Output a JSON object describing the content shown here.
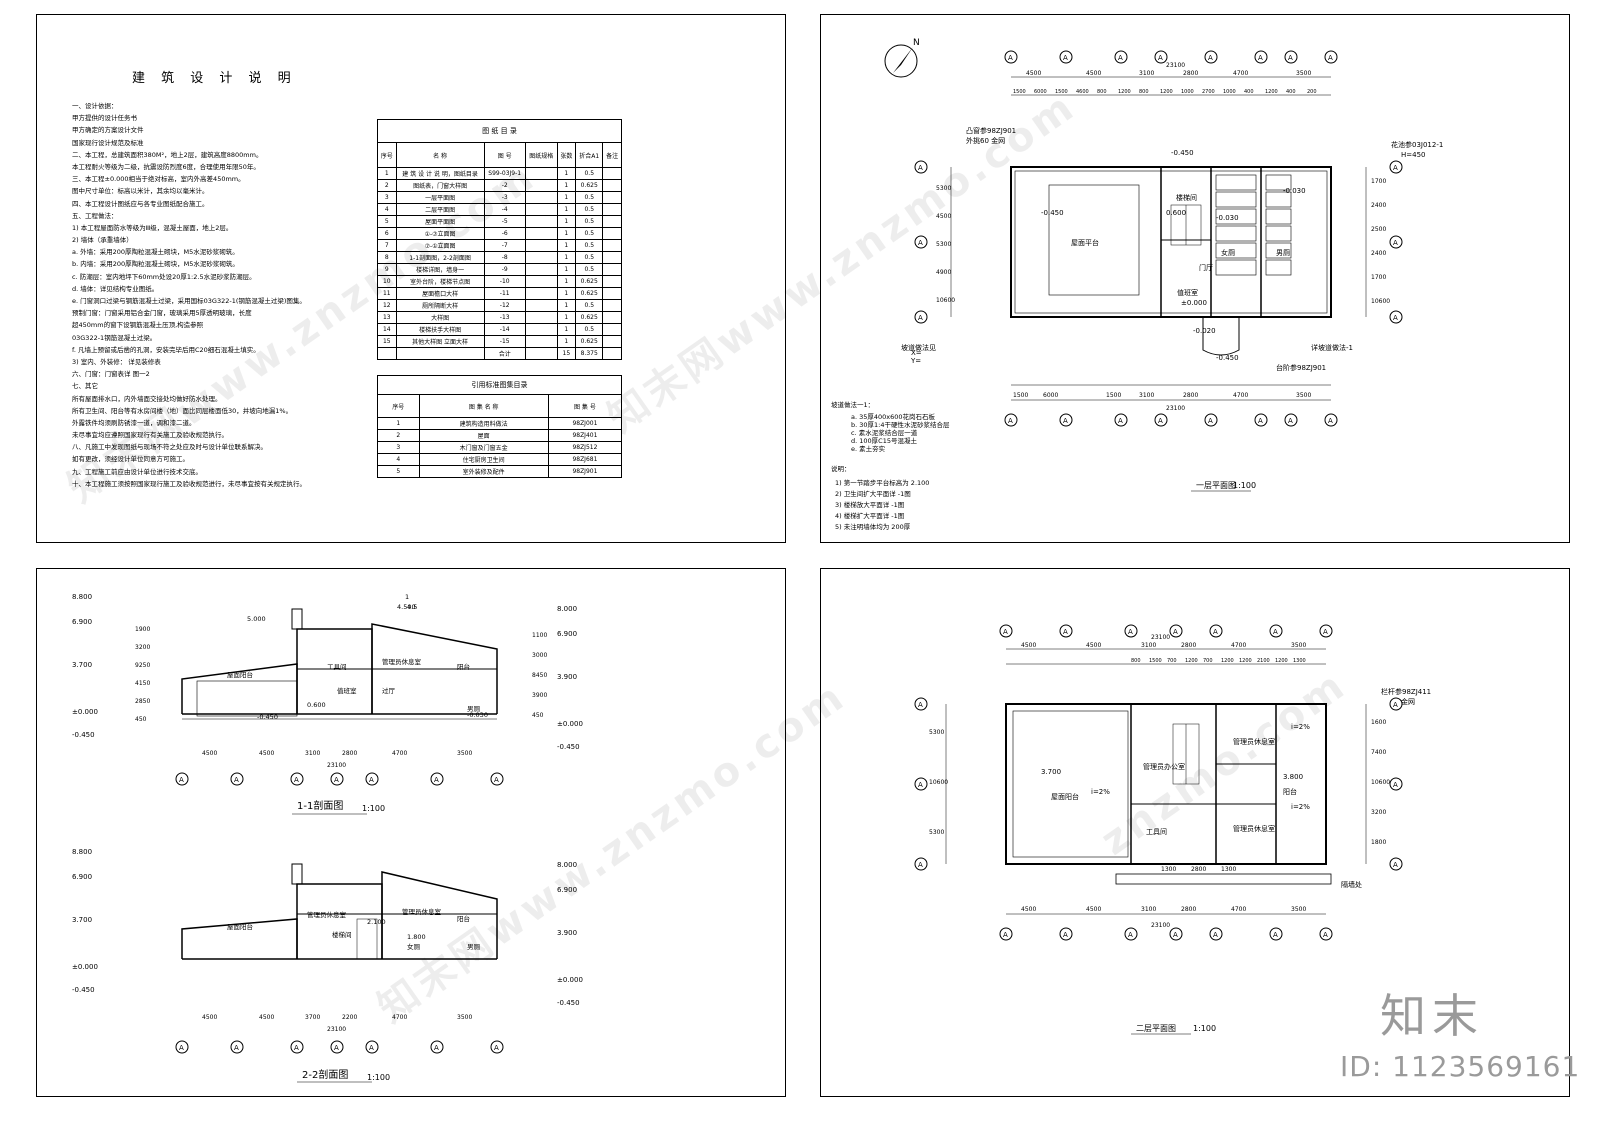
{
  "s1": {
    "title": "建 筑 设 计 说 明",
    "notes": [
      "一、设计依据：",
      "    甲方提供的设计任务书",
      "    甲方确定的方案设计文件",
      "    国家现行设计规范及标准",
      "二、本工程，总建筑面积380M²，地上2层，建筑高度8800mm。",
      "    本工程耐火等级为二级，抗震设防烈度6度，合理使用年限50年。",
      "三、本工程±0.000相当于绝对标高，室内外高差450mm。",
      "    图中尺寸单位：标高以米计，其余均以毫米计。",
      "四、本工程设计图纸应与各专业图纸配合施工。",
      "五、工程做法：",
      "  1) 本工程屋面防水等级为Ⅲ级，混凝土屋面，地上2层。",
      "  2) 墙体（承重墙体）",
      "     a. 外墙：采用200厚陶粒混凝土砌块，M5水泥砂浆砌筑。",
      "     b. 内墙：采用200厚陶粒混凝土砌块，M5水泥砂浆砌筑。",
      "     c. 防潮层：室内地坪下60mm处设20厚1:2.5水泥砂浆防潮层。",
      "     d. 墙体：详见结构专业图纸。",
      "     e. 门窗洞口过梁与钢筋混凝土过梁，采用国标03G322-1(钢筋混凝土过梁)图集。",
      "        预制门窗：门窗采用铝合金门窗，玻璃采用5厚透明玻璃，长度",
      "        超450mm的窗下设钢筋混凝土压顶,构造参照",
      "        03G322-1钢筋混凝土过梁。",
      "     f. 凡墙上预留或后凿的孔洞，安装完毕后用C20细石混凝土填实。",
      "  3) 室内、外装修：    详见装修表",
      "六、门窗：门窗表详    图一2",
      "七、其它",
      "    所有屋面排水口，内外墙面交接处均做好防水处理。",
      "    所有卫生间、阳台等有水房间楼（地）面比同层楼面低30，并坡向地漏1%。",
      "    外露铁件均须刷防锈漆一道，调和漆二道。",
      "    未尽事宜均应遵照国家现行有关施工及验收规范执行。",
      "八、凡施工中发现图纸与现场不符之处应及时与设计单位联系解决。",
      "    如有更改，须经设计单位同意方可施工。",
      "九、工程施工前应由设计单位进行技术交底。",
      "十、本工程施工须按照国家现行施工及验收规范进行，未尽事宜按有关规定执行。"
    ],
    "index_title": "图 纸 目 录",
    "index_headers": [
      "序号",
      "名 称",
      "图 号",
      "图纸规格",
      "张数",
      "折合A1",
      "备注"
    ],
    "index_rows": [
      [
        "1",
        "建 筑 设 计 说 明，图纸目录",
        "S99-03J9-1",
        "",
        "1",
        "0.5",
        ""
      ],
      [
        "2",
        "图纸表，门窗大样图",
        "-2",
        "",
        "1",
        "0.625",
        ""
      ],
      [
        "3",
        "一层平面图",
        "-3",
        "",
        "1",
        "0.5",
        ""
      ],
      [
        "4",
        "二层平面图",
        "-4",
        "",
        "1",
        "0.5",
        ""
      ],
      [
        "5",
        "屋面平面图",
        "-5",
        "",
        "1",
        "0.5",
        ""
      ],
      [
        "6",
        "①-⑦立面图",
        "-6",
        "",
        "1",
        "0.5",
        ""
      ],
      [
        "7",
        "⑦-①立面图",
        "-7",
        "",
        "1",
        "0.5",
        ""
      ],
      [
        "8",
        "1-1剖面图，2-2剖面图",
        "-8",
        "",
        "1",
        "0.5",
        ""
      ],
      [
        "9",
        "楼梯详图，墙身一",
        "-9",
        "",
        "1",
        "0.5",
        ""
      ],
      [
        "10",
        "室外台阶，楼梯节点图",
        "-10",
        "",
        "1",
        "0.625",
        ""
      ],
      [
        "11",
        "屋面檐口大样",
        "-11",
        "",
        "1",
        "0.625",
        ""
      ],
      [
        "12",
        "厕所隔断大样",
        "-12",
        "",
        "1",
        "0.5",
        ""
      ],
      [
        "13",
        "大样图",
        "-13",
        "",
        "1",
        "0.625",
        ""
      ],
      [
        "14",
        "楼梯扶手大样图",
        "-14",
        "",
        "1",
        "0.5",
        ""
      ],
      [
        "15",
        "其他大样图    立面大样",
        "-15",
        "",
        "1",
        "0.625",
        ""
      ],
      [
        "",
        "",
        "合计",
        "",
        "15",
        "8.375",
        ""
      ]
    ],
    "ref_title": "引用标准图集目录",
    "ref_headers": [
      "序号",
      "图 集 名 称",
      "图 集 号"
    ],
    "ref_rows": [
      [
        "1",
        "建筑构造用料做法",
        "98ZJ001"
      ],
      [
        "2",
        "屋面",
        "98ZJ401"
      ],
      [
        "3",
        "木门窗及门窗五金",
        "98ZJ512"
      ],
      [
        "4",
        "住宅厨房卫生间",
        "98ZJ681"
      ],
      [
        "5",
        "室外装修及配件",
        "98ZJ901"
      ]
    ]
  },
  "s2": {
    "north": "N",
    "dims_top": [
      "4500",
      "4500",
      "3100",
      "2800",
      "4700",
      "3500"
    ],
    "dims_top_total": "23100",
    "dims_top_sub": [
      "1500",
      "6000",
      "1500",
      "4600",
      "800",
      "1200",
      "800",
      "1200",
      "1000",
      "2700",
      "1000",
      "400",
      "1200",
      "400",
      "200"
    ],
    "dims_left": [
      "5300",
      "4500",
      "5300",
      "4900",
      "10600"
    ],
    "dims_right": [
      "1700",
      "2400",
      "2500",
      "2400",
      "1700",
      "10600"
    ],
    "dims_bottom": [
      "1500",
      "6000",
      "1500",
      "3100",
      "2800",
      "4700",
      "3500"
    ],
    "rooms": [
      "屋面平台",
      "楼梯间",
      "值班室",
      "门厅",
      "女厕",
      "男厕"
    ],
    "levels": [
      "-0.450",
      "0.600",
      "-0.450",
      "-0.030",
      "±0.000",
      "-0.020",
      "-0.450",
      "-0.030"
    ],
    "tags": [
      "凸窗参98ZJ901",
      "外挑60 金网",
      "花池参03J012-1",
      "H=450",
      "台阶参98ZJ901",
      "详坡道做法-1",
      "坡道做法见",
      "X=",
      "Y="
    ],
    "ramp_title": "坡道做法一1：",
    "ramp_notes": [
      "a. 35厚400x600花岗石石板",
      "b. 30厚1:4干硬性水泥砂浆结合层",
      "c. 素水泥浆结合层一道",
      "d. 100厚C15号混凝土",
      "e. 素土夯实"
    ],
    "note_title": "说明：",
    "notes": [
      "1) 第一节踏步平台标高为     2.100",
      "2) 卫生间扩大平面详         -1图",
      "3) 楼梯放大平面详           -1图",
      "4) 楼梯扩大平面详           -1图",
      "5) 未注明墙体均为           200厚"
    ],
    "plan_name": "一层平面图",
    "scale": "1:100"
  },
  "s3": {
    "sec1_name": "1-1剖面图",
    "sec2_name": "2-2剖面图",
    "scale": "1:100",
    "levels_left": [
      "8.800",
      "6.900",
      "3.700",
      "±0.000",
      "-0.450"
    ],
    "levels_right": [
      "8.000",
      "6.900",
      "3.900",
      "±0.000",
      "-0.450"
    ],
    "dims_left": [
      "1900",
      "3200",
      "9250",
      "4150",
      "2850",
      "450"
    ],
    "dims_right": [
      "1100",
      "3000",
      "8450",
      "3900",
      "450"
    ],
    "dims_bottom": [
      "4500",
      "4500",
      "3100",
      "2800",
      "4700",
      "3500"
    ],
    "dims_bottom2": [
      "4500",
      "4500",
      "3700",
      "2200",
      "4700",
      "3500"
    ],
    "total": "23100",
    "rooms1": [
      "屋面阳台",
      "工具间",
      "管理员休息室",
      "阳台",
      "值班室",
      "过厅",
      "男厕"
    ],
    "rooms2": [
      "屋面阳台",
      "管理员休息室",
      "楼梯间",
      "管理员休息室",
      "阳台",
      "女厕",
      "男厕"
    ],
    "misc": [
      "5.000",
      "4.500",
      "0.600",
      "-0.450",
      "-0.030",
      "1.800",
      "2.100"
    ],
    "roof_slope": "4.5",
    "roof_slope_label": "1"
  },
  "s4": {
    "dims_top": [
      "4500",
      "4500",
      "3100",
      "2800",
      "4700",
      "3500"
    ],
    "total": "23100",
    "dims_top_sub": [
      "800",
      "1500",
      "700",
      "1200",
      "700",
      "1200",
      "1200",
      "2100",
      "1200",
      "1300"
    ],
    "dims_left": [
      "5300",
      "10600",
      "5300"
    ],
    "dims_right": [
      "1600",
      "7400",
      "10600",
      "3200",
      "1800"
    ],
    "rooms": [
      "屋面阳台",
      "管理员办公室",
      "管理员休息室",
      "阳台",
      "工具间",
      "管理员休息室"
    ],
    "levels": [
      "3.700",
      "3.800"
    ],
    "slopes": [
      "i=2%",
      "i=2%",
      "i=2%"
    ],
    "tags": [
      "栏杆参98ZJ411",
      "金网",
      "隔墙处"
    ],
    "bottom_dims": [
      "1300",
      "2800",
      "1300"
    ],
    "plan_name": "二层平面图",
    "scale": "1:100"
  },
  "wm": {
    "brand": "知末",
    "id": "ID: 1123569161",
    "text": "znzmo.com",
    "text2": "知末网www.znzmo.com"
  }
}
